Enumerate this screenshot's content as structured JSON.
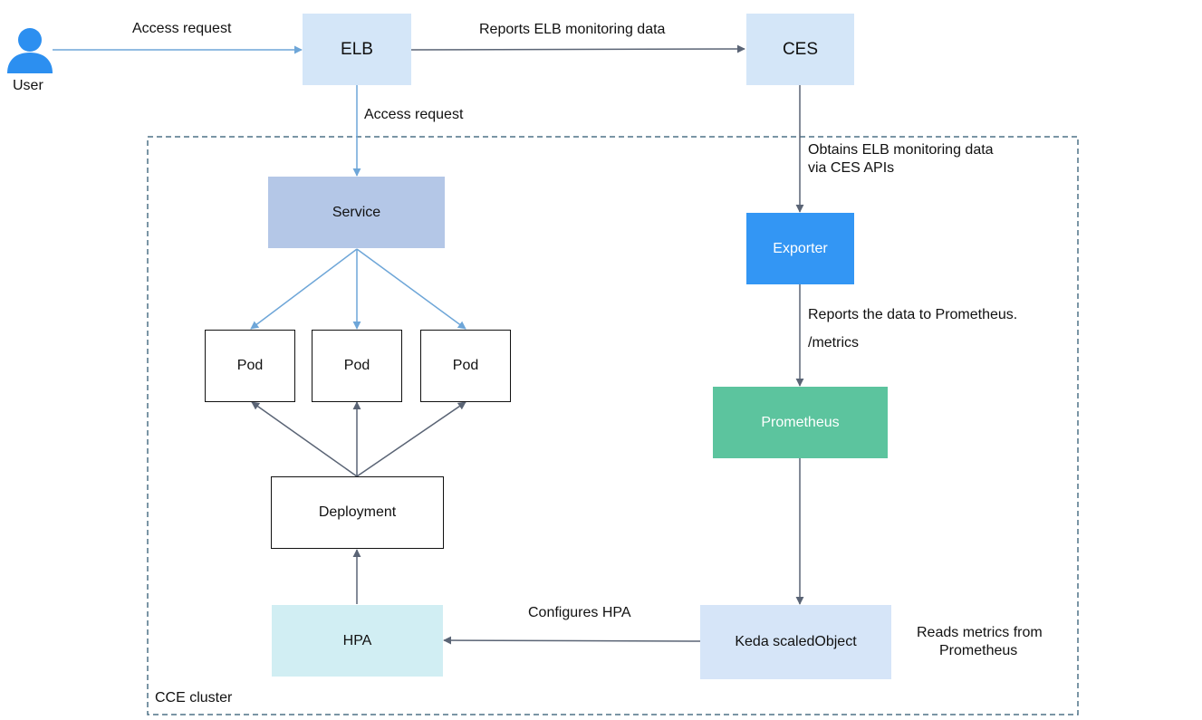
{
  "user": {
    "label": "User",
    "icon": "user-icon"
  },
  "nodes": {
    "elb": "ELB",
    "ces": "CES",
    "service": "Service",
    "pod_1": "Pod",
    "pod_2": "Pod",
    "pod_3": "Pod",
    "deployment": "Deployment",
    "hpa": "HPA",
    "exporter": "Exporter",
    "prometheus": "Prometheus",
    "keda": "Keda scaledObject"
  },
  "edges": {
    "user_to_elb": "Access request",
    "elb_to_ces": "Reports ELB monitoring data",
    "elb_to_service": "Access request",
    "ces_to_exporter_line1": "Obtains ELB monitoring data",
    "ces_to_exporter_line2": "via CES APIs",
    "exporter_to_prometheus_line1": "Reports the data to Prometheus.",
    "exporter_to_prometheus_line2": "/metrics",
    "keda_to_hpa": "Configures HPA",
    "keda_note_line1": "Reads metrics from",
    "keda_note_line2": "Prometheus"
  },
  "cluster": {
    "label": "CCE cluster"
  },
  "colors": {
    "elb_fill": "#d4e6f8",
    "ces_fill": "#d4e6f8",
    "service_fill": "#b4c7e7",
    "exporter_fill": "#3396f4",
    "prometheus_fill": "#5cc49e",
    "keda_fill": "#d6e5f8",
    "hpa_fill": "#d1eef3",
    "cluster_border": "#4f7287",
    "blue_arrow": "#6ea6d8",
    "dark_arrow": "#5a6475",
    "user_icon": "#2c8ff0"
  }
}
